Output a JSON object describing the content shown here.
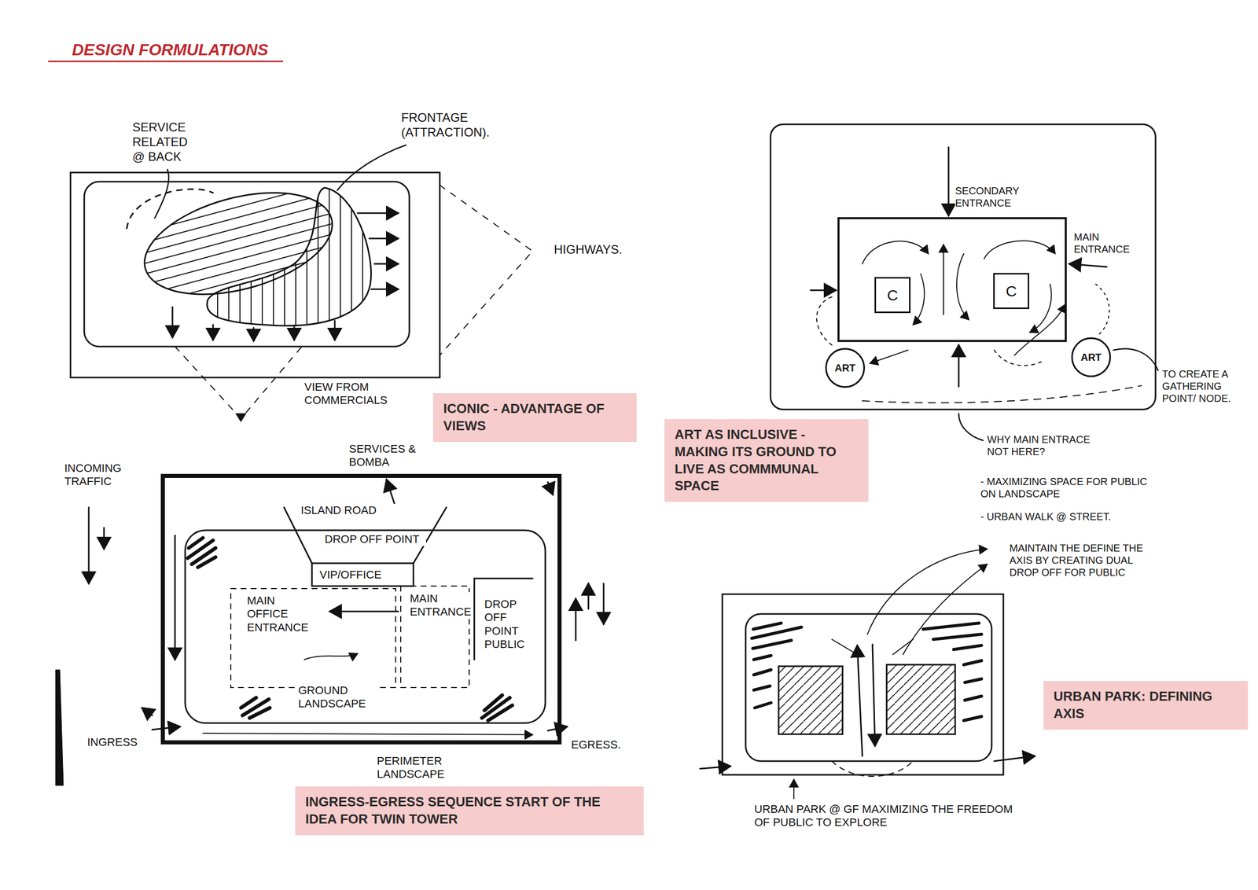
{
  "diagram": {
    "title": "DESIGN FORMULATIONS",
    "nodes": [
      {
        "text": [
          "ICONIC - ADVANTAGE OF VIEWS"
        ]
      },
      {
        "text": [
          "C"
        ]
      },
      {
        "text": [
          "C"
        ]
      },
      {
        "text": [
          "ART"
        ]
      },
      {
        "text": [
          "ART"
        ]
      },
      {
        "text": [
          "ART AS INCLUSIVE - MAKING ITS GROUND TO LIVE AS COMMMUNAL SPACE"
        ]
      },
      {
        "text": [
          "INGRESS-EGRESS SEQUENCE START OF THE IDEA FOR TWIN TOWER"
        ]
      },
      {
        "text": [
          "URBAN PARK: DEFINING AXIS"
        ]
      }
    ],
    "labels": [
      "SERVICE RELATED @ BACK",
      "FRONTAGE (ATTRACTION).",
      "HIGHWAYS.",
      "VIEW FROM COMMERCIALS",
      "SECONDARY ENTRANCE",
      "MAIN ENTRANCE",
      "TO CREATE A GATHERING POINT/ NODE.",
      "WHY MAIN ENTRACE NOT HERE?",
      "- MAXIMIZING SPACE FOR PUBLIC ON LANDSCAPE",
      "- URBAN WALK @ STREET.",
      "INCOMING TRAFFIC",
      "SERVICES & BOMBA",
      "ISLAND ROAD",
      "DROP OFF POINT",
      "VIP/OFFICE",
      "MAIN OFFICE ENTRANCE",
      "MAIN ENTRANCE",
      "DROP OFF POINT PUBLIC",
      "GROUND LANDSCAPE",
      "INGRESS",
      "EGRESS.",
      "PERIMETER LANDSCAPE",
      "MAINTAIN THE DEFINE THE AXIS BY CREATING DUAL DROP OFF FOR PUBLIC",
      "URBAN PARK @ GF MAXIMIZING THE FREEDOM OF PUBLIC TO EXPLORE"
    ]
  }
}
